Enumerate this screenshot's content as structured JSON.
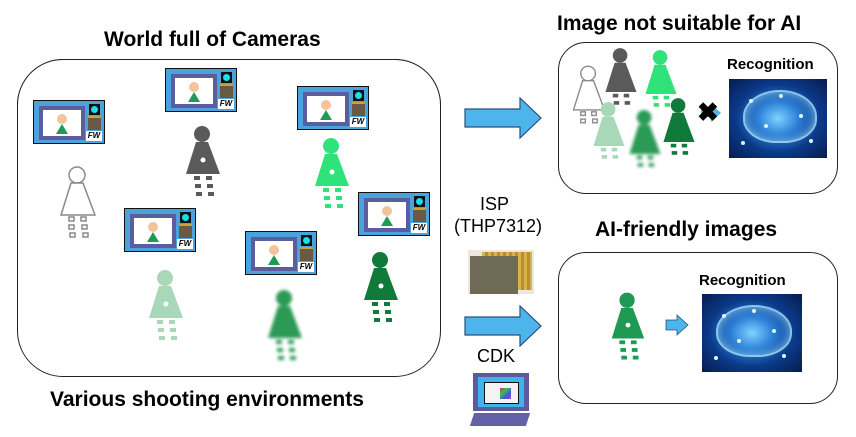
{
  "left_panel": {
    "title": "World full of Cameras",
    "caption": "Various shooting environments",
    "camera_badge": "FW",
    "camera_count": 6,
    "people": [
      {
        "style": "sketch-outline",
        "color": "#9a9a9a"
      },
      {
        "style": "sketch-gray",
        "color": "#555555"
      },
      {
        "style": "bright-green",
        "color": "#2fe37a"
      },
      {
        "style": "pale-green",
        "color": "#a8d8b8"
      },
      {
        "style": "blurred-green",
        "color": "#2a9a55"
      },
      {
        "style": "noisy-dark-green",
        "color": "#0f7a3a"
      }
    ]
  },
  "middle": {
    "isp_label": "ISP",
    "isp_model": "(THP7312)",
    "cdk_label": "CDK"
  },
  "top_right": {
    "title": "Image not suitable for AI",
    "recognition_label": "Recognition",
    "blocked_symbol": "✖"
  },
  "bottom_right": {
    "title": "AI-friendly images",
    "recognition_label": "Recognition"
  },
  "colors": {
    "arrow_fill": "#4db5ec",
    "arrow_stroke": "#2a4f7a",
    "camera_body": "#4aa3dd",
    "camera_screen_frame": "#5a5e9e",
    "person_green": "#1f9a55"
  }
}
